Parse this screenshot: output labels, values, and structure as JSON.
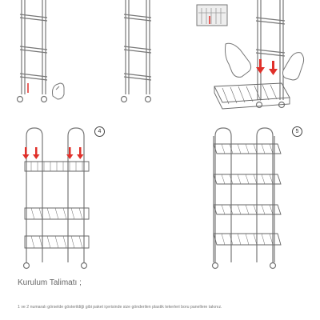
{
  "steps": [
    {
      "number": "4"
    },
    {
      "number": "5"
    }
  ],
  "instructions": {
    "title": "Kurulum Talimatı ;",
    "text": "1 ve 2  numaralı görselde gösterildiği gibi paket içerisinde size gönderilen plastik tekerleri boru panellere takınız."
  },
  "colors": {
    "line": "#666666",
    "arrow": "#e0302a",
    "background": "#ffffff"
  }
}
